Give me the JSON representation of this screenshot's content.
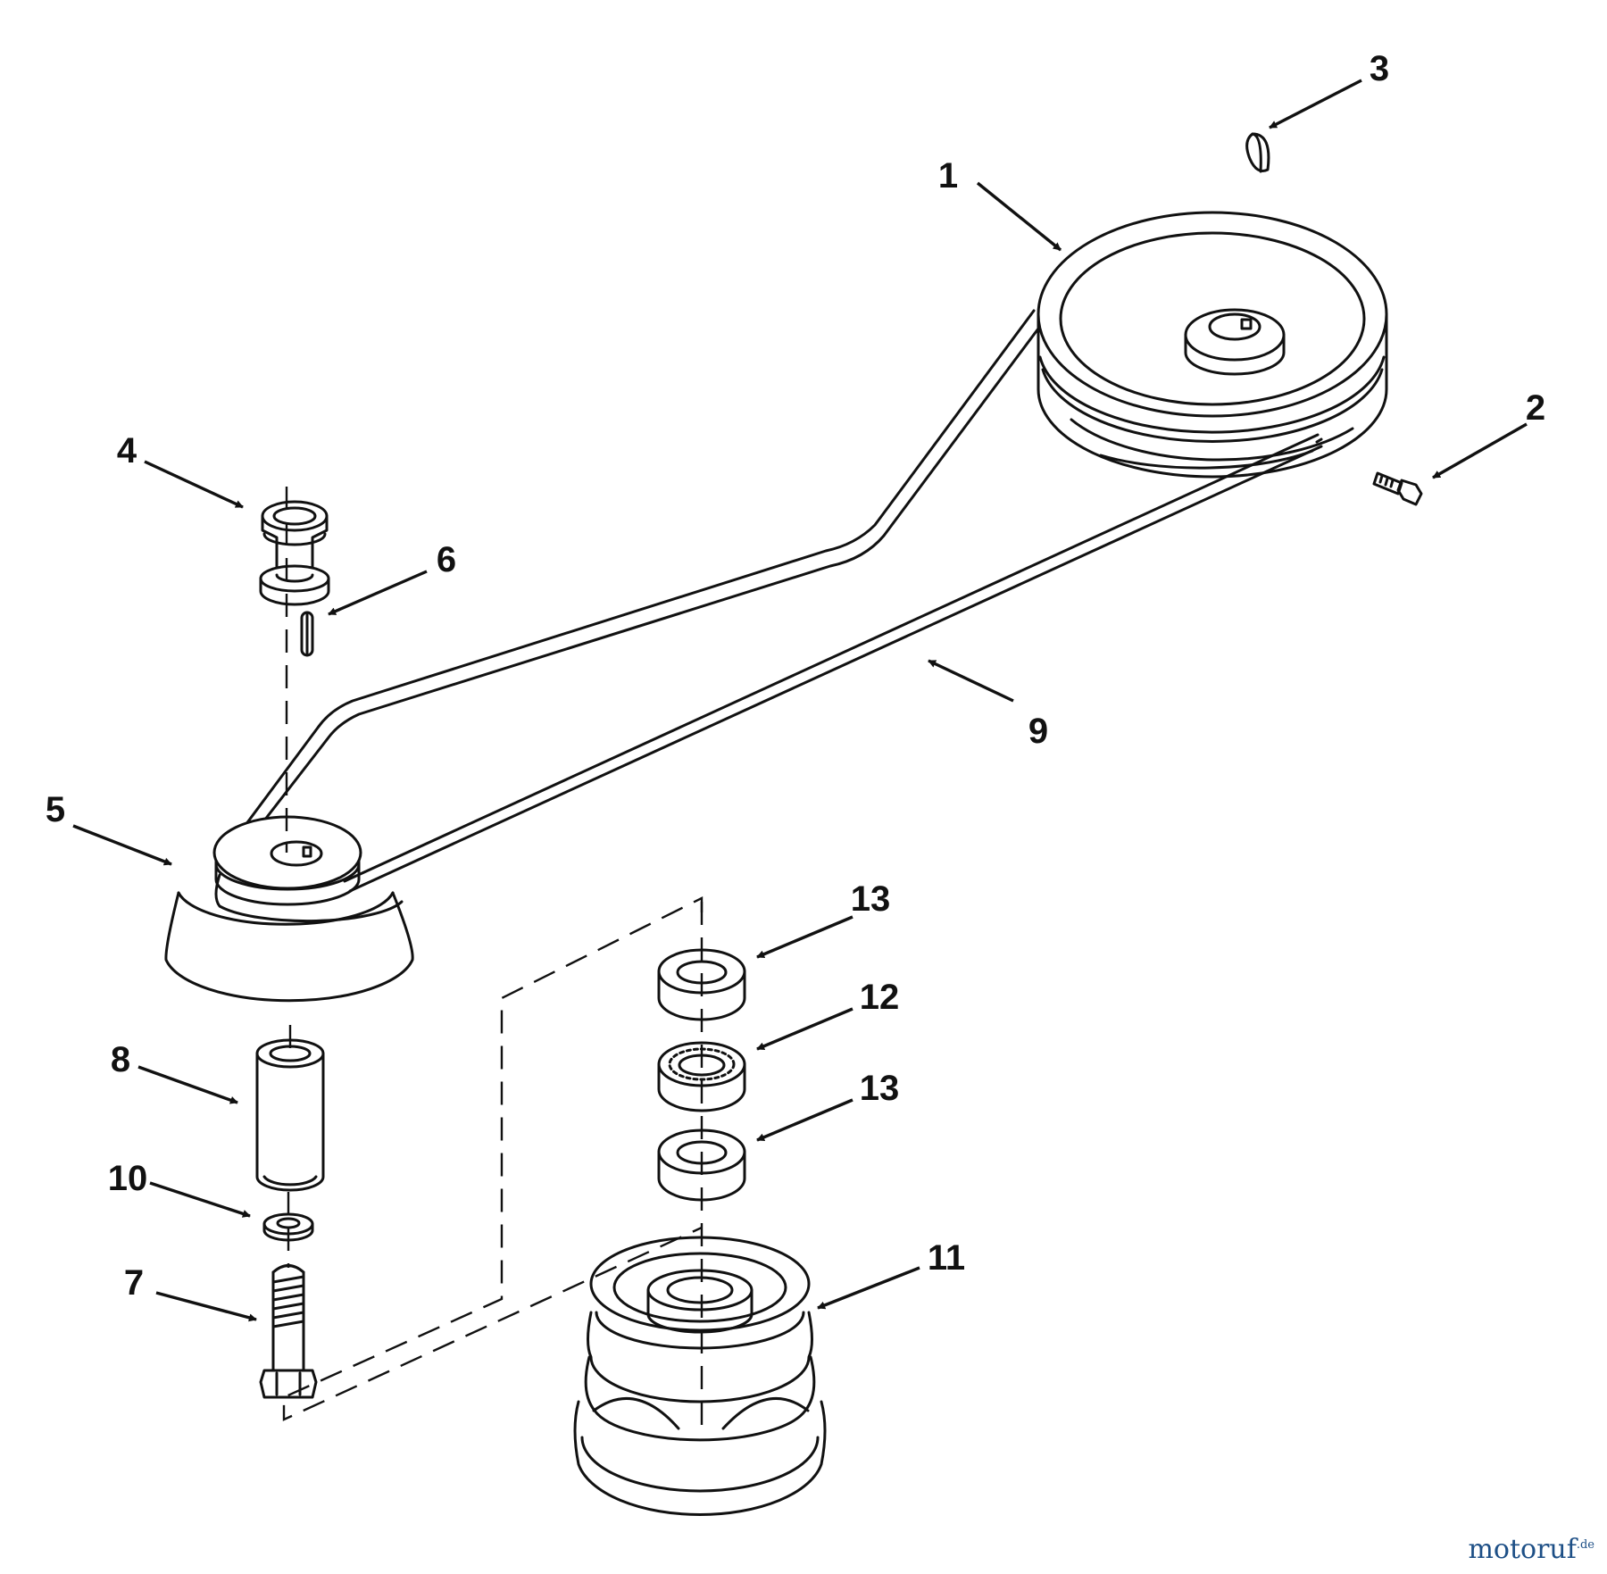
{
  "colors": {
    "line": "#111111",
    "paper": "#ffffff",
    "watermark": "#1d4f86"
  },
  "callouts": [
    {
      "id": "c1",
      "text": "1",
      "part": "large-drive-pulley"
    },
    {
      "id": "c2",
      "text": "2",
      "part": "cap-screw"
    },
    {
      "id": "c3",
      "text": "3",
      "part": "woodruff-key"
    },
    {
      "id": "c4",
      "text": "4",
      "part": "bushing"
    },
    {
      "id": "c5",
      "text": "5",
      "part": "small-pulley"
    },
    {
      "id": "c6",
      "text": "6",
      "part": "roll-pin"
    },
    {
      "id": "c7",
      "text": "7",
      "part": "bolt"
    },
    {
      "id": "c8",
      "text": "8",
      "part": "spacer"
    },
    {
      "id": "c9",
      "text": "9",
      "part": "v-belt"
    },
    {
      "id": "c10",
      "text": "10",
      "part": "washer"
    },
    {
      "id": "c11",
      "text": "11",
      "part": "idler-pulley"
    },
    {
      "id": "c12",
      "text": "12",
      "part": "bearing"
    },
    {
      "id": "c13a",
      "text": "13",
      "part": "bearing-race-upper"
    },
    {
      "id": "c13b",
      "text": "13",
      "part": "bearing-race-lower"
    }
  ],
  "watermark": {
    "brand": "motoruf",
    "tld": ".de"
  }
}
